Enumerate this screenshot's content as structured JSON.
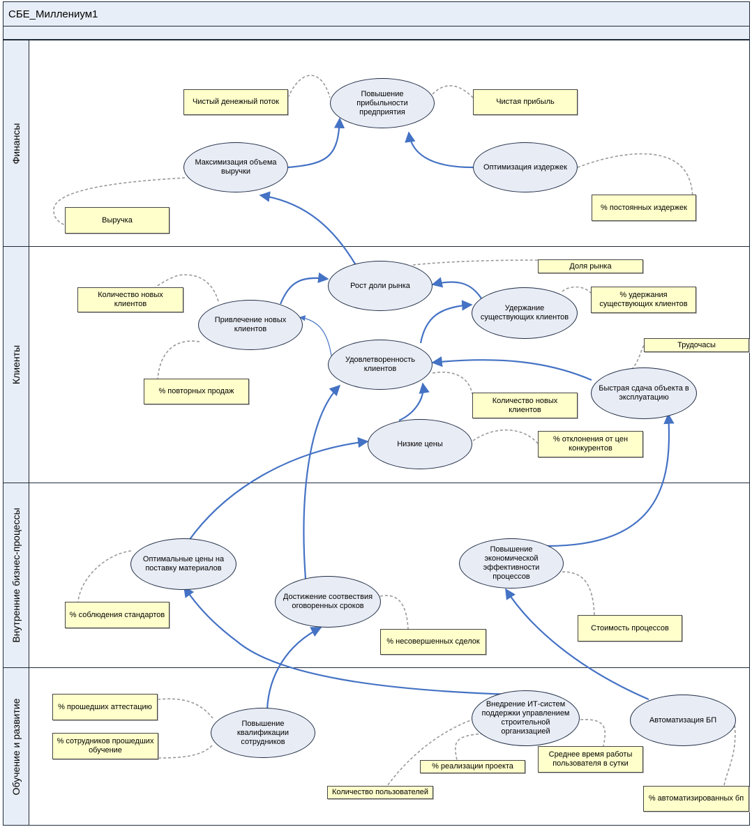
{
  "title": "СБЕ_Миллениум1",
  "lanes": {
    "finance": "Финансы",
    "clients": "Клиенты",
    "processes": "Внутренние бизнес-процессы",
    "learning": "Обучение и развитие"
  },
  "goals": {
    "profitability": "Повышение прибыльности предприятия",
    "revenue_max": "Максимизация объема выручки",
    "cost_opt": "Оптимизация издержек",
    "market_share": "Рост доли рынка",
    "attract": "Привлечение новых клиентов",
    "retain": "Удержание существующих клиентов",
    "satisfaction": "Удовлетворенность клиентов",
    "fast_delivery": "Быстрая сдача объекта в эксплуатацию",
    "low_prices": "Низкие цены",
    "optimal_prices": "Оптимальные цены на поставку материалов",
    "deadlines": "Достижение соотвествия оговоренных сроков",
    "efficiency": "Повышение экономической эффективности процессов",
    "qualification": "Повышение квалификации сотрудников",
    "it_systems": "Внедрение ИТ-систем поддержки управлением строительной организацией",
    "automation": "Автоматизация БП"
  },
  "kpis": {
    "cash_flow": "Чистый денежный поток",
    "net_profit": "Чистая прибыль",
    "revenue": "Выручка",
    "fixed_costs": "% постоянных издержек",
    "market_share_kpi": "Доля рынка",
    "new_clients_1": "Количество новых клиентов",
    "retention_kpi": "% удержания существующих клиентов",
    "repeat_sales": "% повторных продаж",
    "work_hours": "Трудочасы",
    "new_clients_2": "Количество новых клиентов",
    "price_deviation": "% отклонения от цен конкурентов",
    "standards": "% соблюдения стандартов",
    "failed_deals": "% несовершенных сделок",
    "process_cost": "Стоимость процессов",
    "attestation": "% прошедших аттестацию",
    "trained_staff": "% сотрудников прошедших обучение",
    "project_realization": "% реализации проекта",
    "avg_work_time": "Среднее время работы пользователя в сутки",
    "user_count": "Количество пользователей",
    "automated_bp": "% автоматизированных бп"
  },
  "colors": {
    "lane_header": "#e8eef7",
    "goal_fill": "#e8ecf5",
    "kpi_fill": "#ffffcc",
    "arrow": "#4472c4",
    "dashed_link": "#999999"
  }
}
